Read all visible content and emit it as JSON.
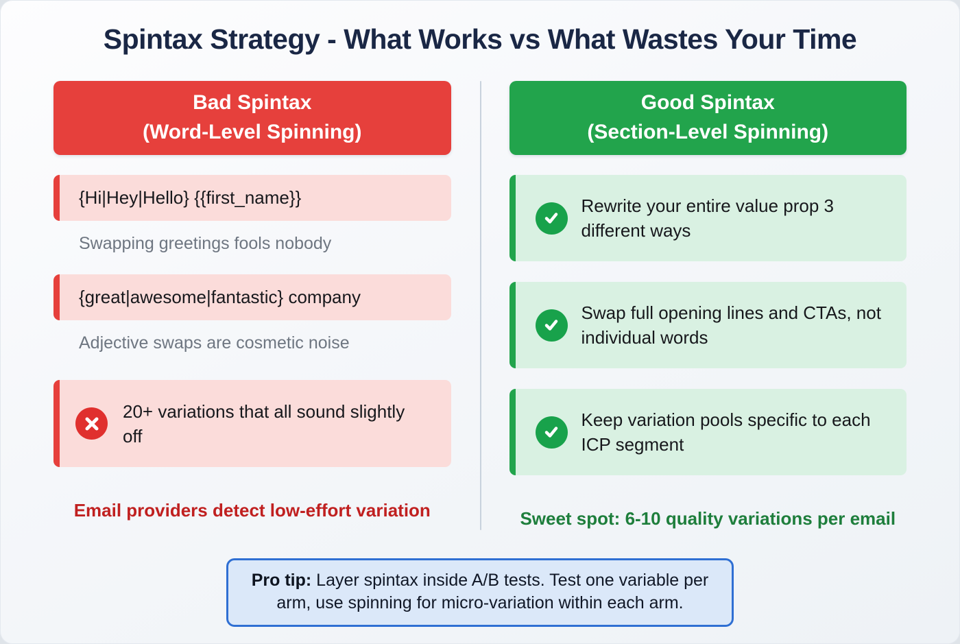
{
  "title": "Spintax Strategy - What Works vs What Wastes Your Time",
  "colors": {
    "bad_accent": "#e6403c",
    "bad_card_bg": "#fbdcda",
    "bad_footer_text": "#c02020",
    "good_accent": "#22a44c",
    "good_card_bg": "#d9f1e2",
    "good_footer_text": "#1e7e3c",
    "title_navy": "#1a2745",
    "caption_gray": "#6e7681",
    "protip_border": "#2f6fd3",
    "protip_bg": "#dbe8f9",
    "divider": "#c8d2dd"
  },
  "left": {
    "header": "Bad Spintax\n(Word-Level Spinning)",
    "snippets": [
      {
        "code": "{Hi|Hey|Hello} {{first_name}}",
        "caption": "Swapping greetings fools nobody"
      },
      {
        "code": "{great|awesome|fantastic} company",
        "caption": "Adjective swaps are cosmetic noise"
      }
    ],
    "warning": {
      "icon": "x-circle-icon",
      "text": "20+ variations that all sound slightly off"
    },
    "footer": "Email providers detect low-effort variation"
  },
  "right": {
    "header": "Good Spintax\n(Section-Level Spinning)",
    "items": [
      {
        "icon": "check-circle-icon",
        "text": "Rewrite your entire value prop 3 different ways"
      },
      {
        "icon": "check-circle-icon",
        "text": "Swap full opening lines and CTAs, not individual words"
      },
      {
        "icon": "check-circle-icon",
        "text": "Keep variation pools specific to each ICP segment"
      }
    ],
    "footer": "Sweet spot: 6-10 quality variations per email"
  },
  "protip": {
    "label": "Pro tip:",
    "text": "Layer spintax inside A/B tests. Test one variable per arm, use spinning for micro-variation within each arm."
  }
}
